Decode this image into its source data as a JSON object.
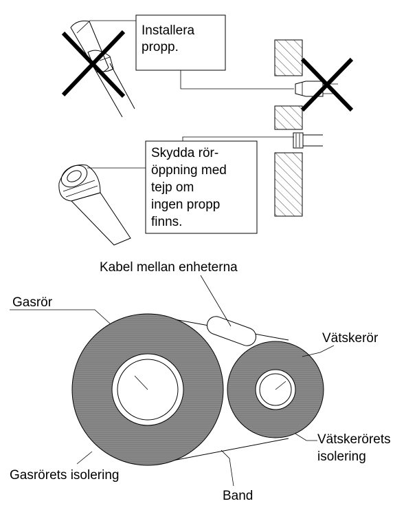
{
  "top_figure": {
    "callout_plug": [
      "Installera",
      "propp."
    ],
    "callout_tape": [
      "Skydda rör-",
      "öppning med",
      "tejp om",
      "ingen propp",
      "finns."
    ]
  },
  "bottom_figure": {
    "cable_label": "Kabel mellan enheterna",
    "gas_pipe_label": "Gasrör",
    "liquid_pipe_label": "Vätskerör",
    "liquid_insulation_label": [
      "Vätskerörets",
      "isolering"
    ],
    "gas_insulation_label": "Gasrörets isolering",
    "band_label": "Band"
  },
  "colors": {
    "insulation": "#8c8c8c",
    "insulation_stripe": "#6e6e6e",
    "hatch": "#555555",
    "line": "#000000"
  }
}
